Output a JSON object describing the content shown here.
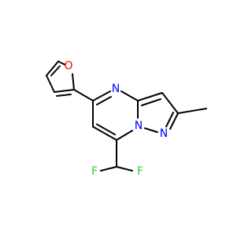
{
  "molecule": {
    "atom_labels": {
      "oxygen": "O",
      "nitrogen_pyrimidine": "N",
      "nitrogen_bridge": "N",
      "nitrogen_pyrazole": "N",
      "fluorine_left": "F",
      "fluorine_right": "F"
    },
    "colors": {
      "bond": "#000000",
      "oxygen": "#ff0000",
      "nitrogen": "#0000ff",
      "fluorine": "#33cc33"
    }
  }
}
